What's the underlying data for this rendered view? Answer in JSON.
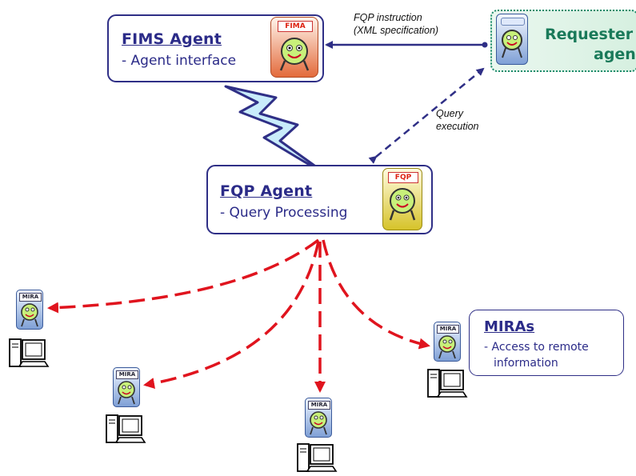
{
  "fims_agent": {
    "title": "FIMS Agent",
    "subtitle": "- Agent interface",
    "badge": "FIMA"
  },
  "requester_agent": {
    "line1": "Requester",
    "line2": "agent"
  },
  "fqp_agent": {
    "title": "FQP Agent",
    "subtitle": "- Query Processing",
    "badge": "FQP"
  },
  "miras": {
    "title": "MIRAs",
    "line1": "- Access to remote",
    "line2": "information"
  },
  "mira_badge": "MIRA",
  "labels": {
    "fqp_instruction_1": "FQP instruction",
    "fqp_instruction_2": "(XML specification)",
    "query_execution_1": "Query",
    "query_execution_2": "execution"
  },
  "colors": {
    "box_border": "#2f2f86",
    "text_blue": "#2b2b88",
    "requester_green": "#1a7a5a",
    "red_arrow": "#e0141e",
    "lightning_fill": "#c9ecfb"
  }
}
